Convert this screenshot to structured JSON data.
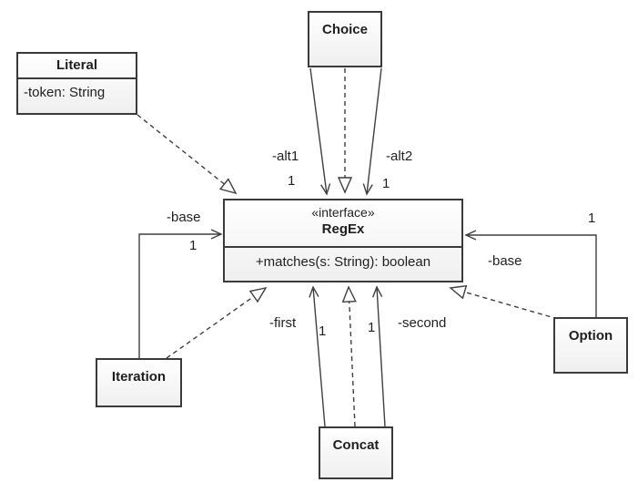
{
  "diagram": {
    "classes": {
      "choice": {
        "name": "Choice"
      },
      "literal": {
        "name": "Literal",
        "attribute": "-token: String"
      },
      "regex": {
        "stereotype": "«interface»",
        "name": "RegEx",
        "operation": "+matches(s: String): boolean"
      },
      "iteration": {
        "name": "Iteration"
      },
      "concat": {
        "name": "Concat"
      },
      "option": {
        "name": "Option"
      }
    },
    "labels": {
      "alt1": "-alt1",
      "alt1_mult": "1",
      "alt2": "-alt2",
      "alt2_mult": "1",
      "base_left": "-base",
      "base_left_mult": "1",
      "first": "-first",
      "first_mult": "1",
      "second": "-second",
      "second_mult": "1",
      "base_right": "-base",
      "base_right_mult": "1"
    },
    "colors": {
      "line": "#3f3f3f",
      "border": "#3a3a3a",
      "text": "#1f1f1f",
      "box_fill": "#ffffff"
    }
  }
}
